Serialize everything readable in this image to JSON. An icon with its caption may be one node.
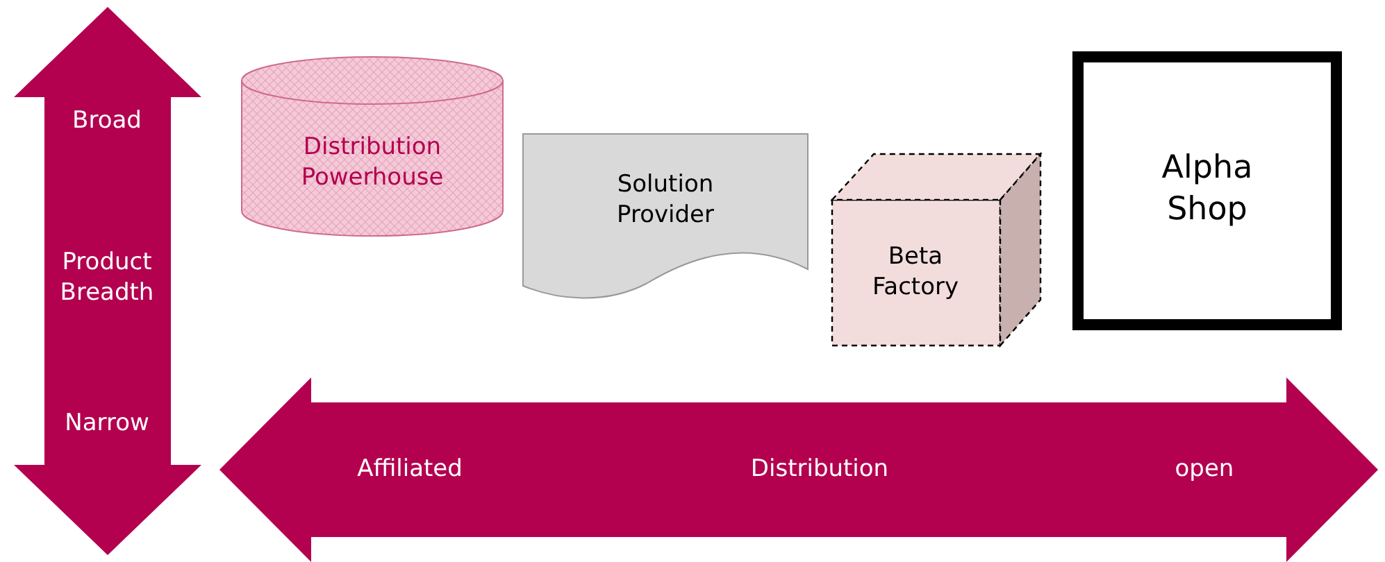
{
  "diagram": {
    "nodes": [
      {
        "text": [
          "Broad",
          "Product Breadth",
          "Narrow"
        ]
      },
      {
        "text": [
          "Affiliated",
          "Distribution",
          "open"
        ]
      },
      {
        "text": [
          "Distribution Powerhouse"
        ]
      },
      {
        "text": [
          "Solution Provider"
        ]
      },
      {
        "text": [
          "Beta Factory"
        ]
      },
      {
        "text": [
          "Alpha Shop"
        ]
      }
    ],
    "edges": []
  }
}
